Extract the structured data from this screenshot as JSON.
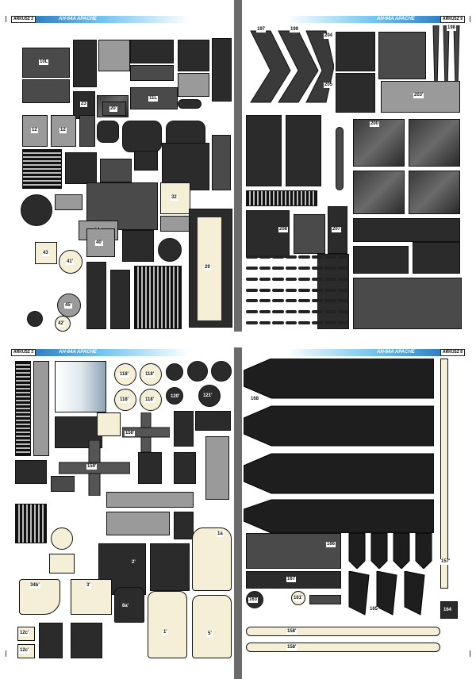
{
  "sheets": [
    {
      "sheet_label": "ARKUSZ 2",
      "model_title": "AH-64A APACHE"
    },
    {
      "sheet_label": "ARKUSZ 9",
      "model_title": "AH-64A APACHE"
    },
    {
      "sheet_label": "ARKUSZ 3",
      "model_title": "AH-64A APACHE"
    },
    {
      "sheet_label": "ARKUSZ 8",
      "model_title": "AH-64A APACHE"
    }
  ],
  "parts": {
    "p10L": "10L",
    "p12a": "12",
    "p12b": "12",
    "p11L": "11L",
    "p23": "23",
    "p20": "20'",
    "p29": "29",
    "p32": "32",
    "p40": "40'",
    "p41": "41'",
    "p42": "42'",
    "p45": "45'",
    "p54": "54",
    "p43": "43",
    "p197": "197",
    "p198": "198",
    "p199": "199",
    "p204": "204",
    "p205": "205",
    "p203": "203'",
    "p207": "207",
    "p208": "208",
    "p200": "200",
    "p118a": "118'",
    "p118b": "118'",
    "p118c": "118'",
    "p118d": "118'",
    "p120": "120'",
    "p121": "121'",
    "p156": "156'",
    "p159": "159'",
    "p34b": "34b'",
    "p3": "3'",
    "p1": "1'",
    "p5": "5'",
    "p1a": "1a",
    "p12c": "12c'",
    "p12d": "12c'",
    "p8a": "8a'",
    "p2": "2'",
    "p168": "168",
    "p166": "166",
    "p157": "157'",
    "p158a": "158'",
    "p158b": "158'",
    "p167": "167",
    "p165": "165",
    "p164": "164",
    "p163": "163",
    "p161": "161'"
  },
  "colors": {
    "spine": "#6b6b6b",
    "accent": "#1a66b3",
    "dark_part": "#2b2b2b"
  }
}
